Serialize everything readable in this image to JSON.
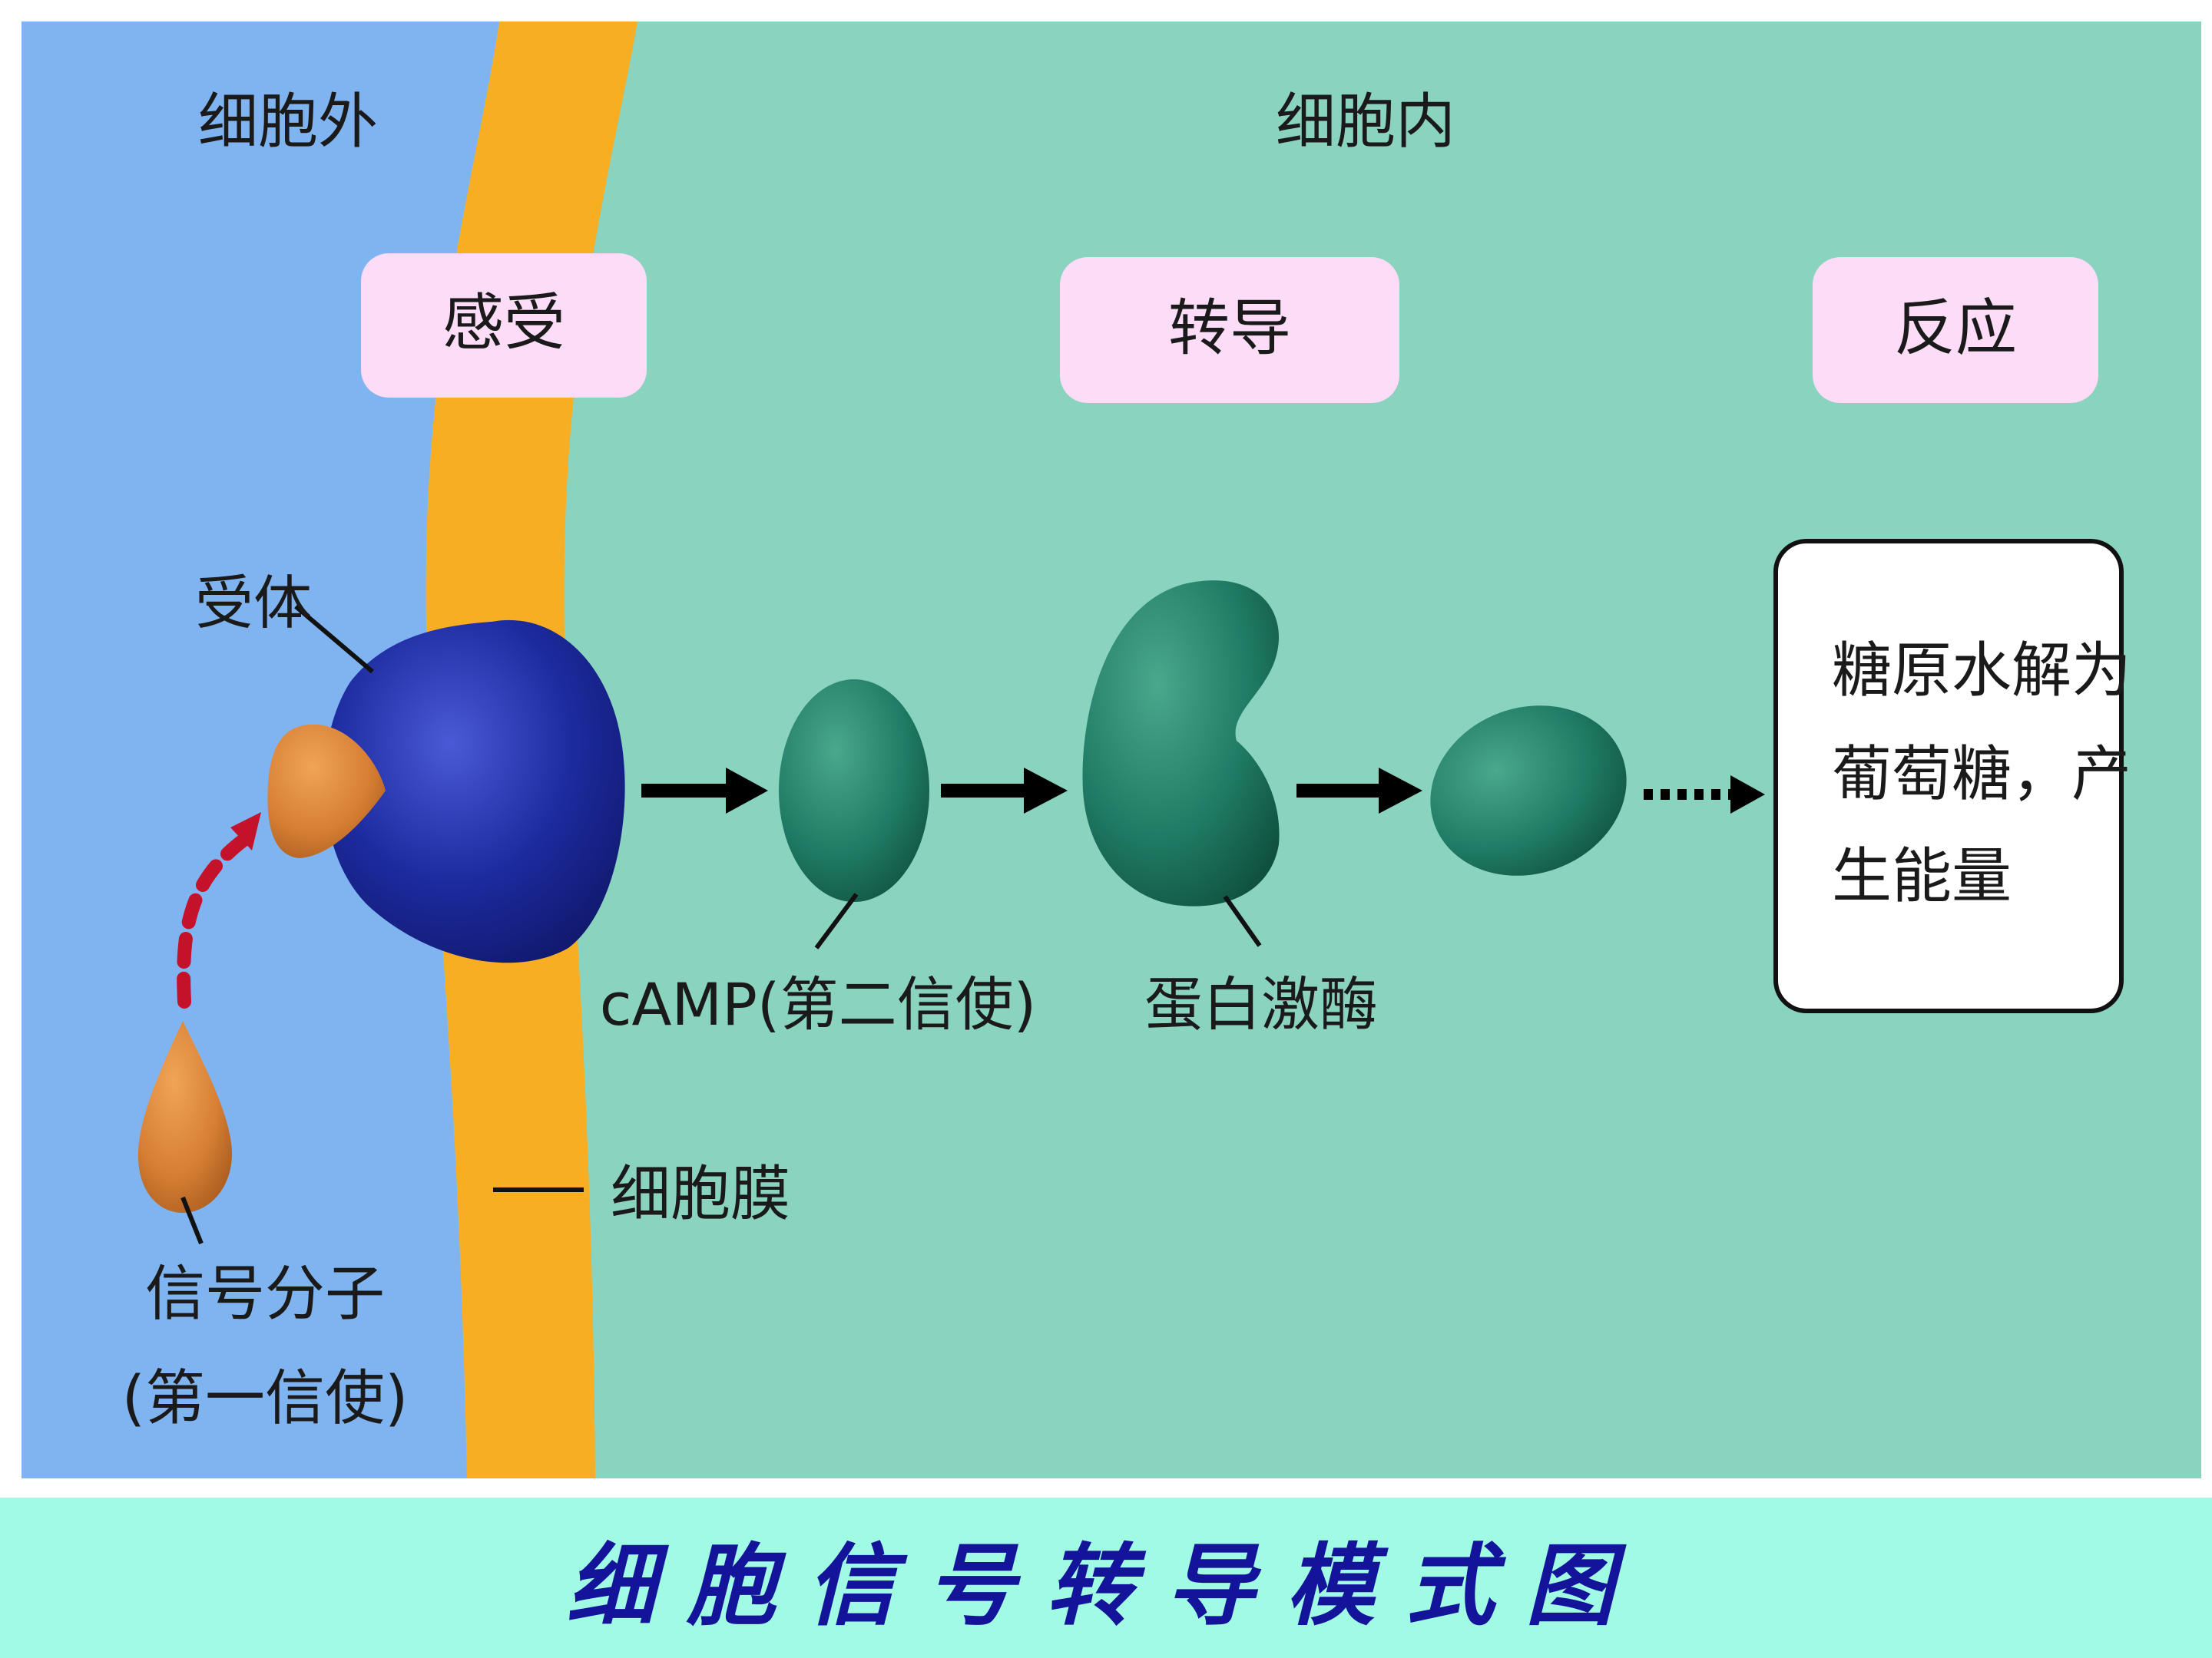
{
  "colors": {
    "outside": "#80b4f0",
    "inside": "#8ad3bf",
    "membrane": "#f7ae22",
    "stage_box": "#fcdcf6",
    "receptor": "#1c2a9e",
    "signal_molecule": "#d77f34",
    "protein": "#1f7a63",
    "caption_bar": "#a0fae4",
    "caption_text": "#14149a"
  },
  "regions": {
    "outside": "细胞外",
    "inside": "细胞内"
  },
  "stages": [
    "感受",
    "转导",
    "反应"
  ],
  "labels": {
    "receptor": "受体",
    "signal_molecule_line1": "信号分子",
    "signal_molecule_line2": "(第一信使)",
    "second_messenger": "cAMP(第二信使)",
    "protein_kinase": "蛋白激酶",
    "membrane": "细胞膜"
  },
  "response": {
    "line1": "糖原水解为",
    "line2": "葡萄糖，产",
    "line3": "生能量"
  },
  "caption": "细胞信号转导模式图"
}
